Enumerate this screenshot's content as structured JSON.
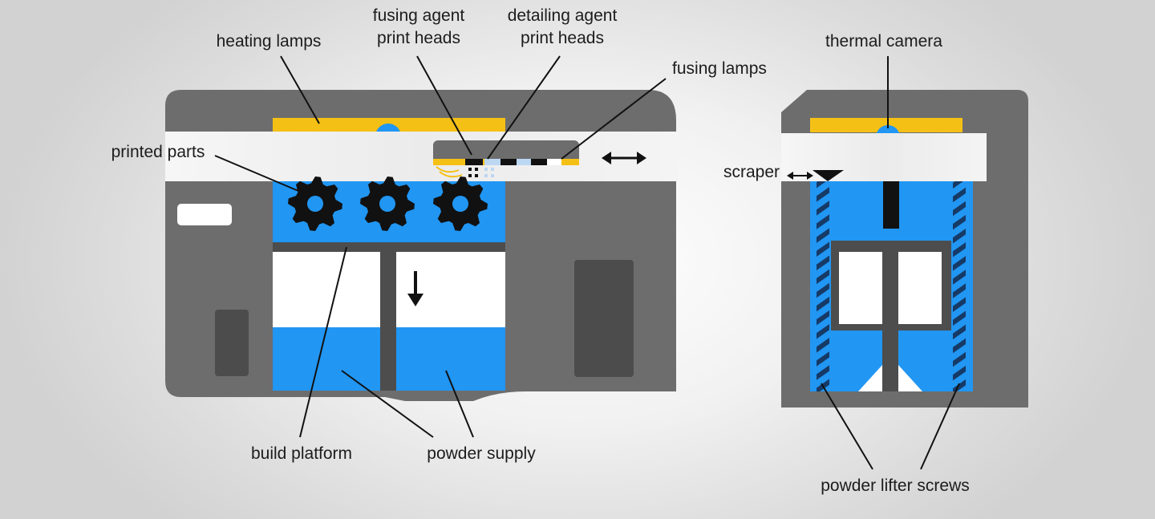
{
  "labels": {
    "heating_lamps": "heating lamps",
    "fusing_agent": "fusing agent\nprint heads",
    "detailing_agent": "detailing agent\nprint heads",
    "fusing_lamps": "fusing lamps",
    "printed_parts": "printed parts",
    "build_platform": "build platform",
    "powder_supply": "powder supply",
    "thermal_camera": "thermal camera",
    "scraper": "scraper",
    "powder_lifter_screws": "powder lifter screws"
  },
  "colors": {
    "housing": "#6d6d6d",
    "housing_dark": "#4c4c4c",
    "powder": "#2196f3",
    "lamp": "#f5c016",
    "carriage": "#e8e8e8",
    "part": "#111111",
    "screw_stripe": "#163a66"
  },
  "icons": [
    "double-arrow-icon",
    "down-arrow-icon",
    "gear-icon"
  ]
}
